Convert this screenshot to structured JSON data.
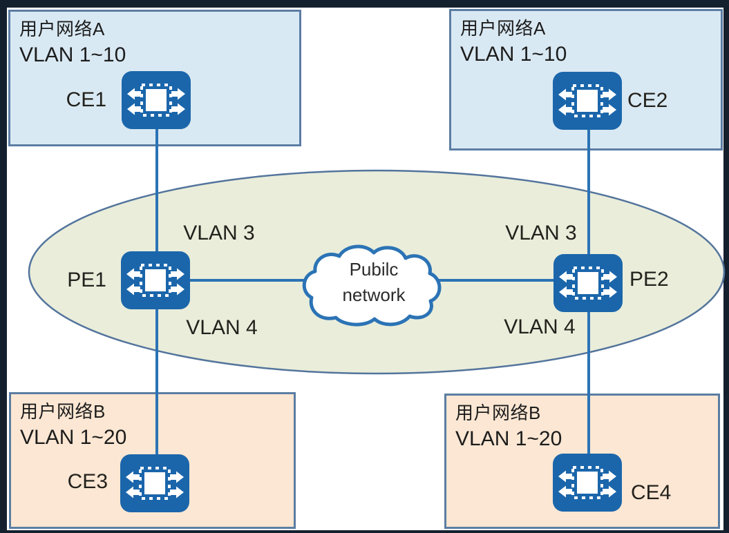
{
  "diagram_type": "VLAN / VPLS network topology",
  "colors": {
    "frame": "#15202f",
    "paper": "#ffffff",
    "network_a_fill": "#d9e9f3",
    "network_b_fill": "#fbe7d3",
    "box_border": "#5b7da3",
    "ellipse_fill": "#e9edda",
    "ellipse_border": "#53749c",
    "device_blue": "#1b66ab",
    "link_blue": "#2b73b5",
    "text": "#1c1c1c"
  },
  "user_networks": [
    {
      "position": "top-left",
      "title": "用户网络A",
      "vlan_range": "VLAN 1~10",
      "device": "CE1"
    },
    {
      "position": "top-right",
      "title": "用户网络A",
      "vlan_range": "VLAN 1~10",
      "device": "CE2"
    },
    {
      "position": "bottom-left",
      "title": "用户网络B",
      "vlan_range": "VLAN 1~20",
      "device": "CE3"
    },
    {
      "position": "bottom-right",
      "title": "用户网络B",
      "vlan_range": "VLAN 1~20",
      "device": "CE4"
    }
  ],
  "provider_network": {
    "devices": [
      {
        "label": "PE1",
        "vlan_above": "VLAN 3",
        "vlan_below": "VLAN 4"
      },
      {
        "label": "PE2",
        "vlan_above": "VLAN 3",
        "vlan_below": "VLAN 4"
      }
    ],
    "cloud": {
      "line1": "Pubilc",
      "line2": "network"
    }
  },
  "links": [
    "CE1-PE1",
    "PE1-CE3",
    "CE2-PE2",
    "PE2-CE4",
    "PE1-PublicNetwork-PE2"
  ]
}
